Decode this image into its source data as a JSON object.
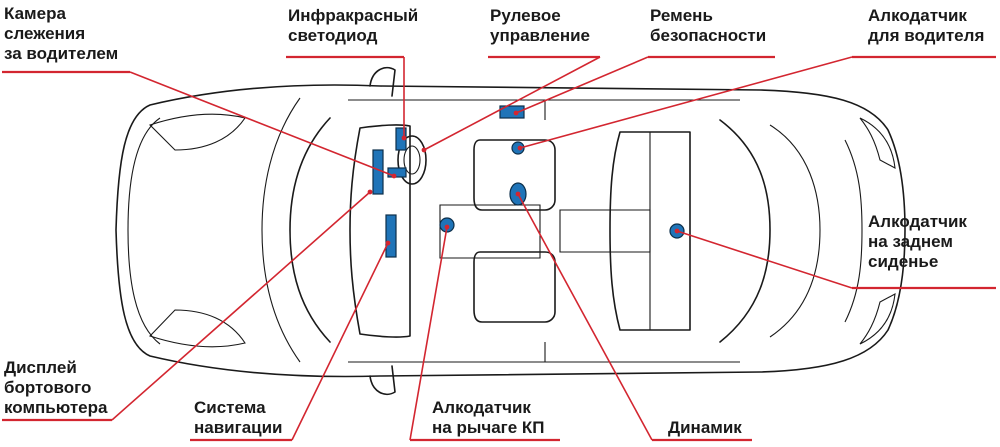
{
  "labels": {
    "driver_camera": [
      "Камера",
      "слежения",
      "за водителем"
    ],
    "ir_led": [
      "Инфракрасный",
      "светодиод"
    ],
    "steering": [
      "Рулевое",
      "управление"
    ],
    "seatbelt": [
      "Ремень",
      "безопасности"
    ],
    "driver_sensor": [
      "Алкодатчик",
      "для водителя"
    ],
    "rear_seat_sensor": [
      "Алкодатчик",
      "на заднем",
      "сиденье"
    ],
    "display": [
      "Дисплей",
      "бортового",
      "компьютера"
    ],
    "navigation": [
      "Система",
      "навигации"
    ],
    "gear_sensor": [
      "Алкодатчик",
      "на рычаге КП"
    ],
    "speaker": [
      "Динамик"
    ]
  },
  "colors": {
    "leader_line": "#d32630",
    "component_fill": "#1f74b8",
    "outline": "#1a1a1a"
  }
}
